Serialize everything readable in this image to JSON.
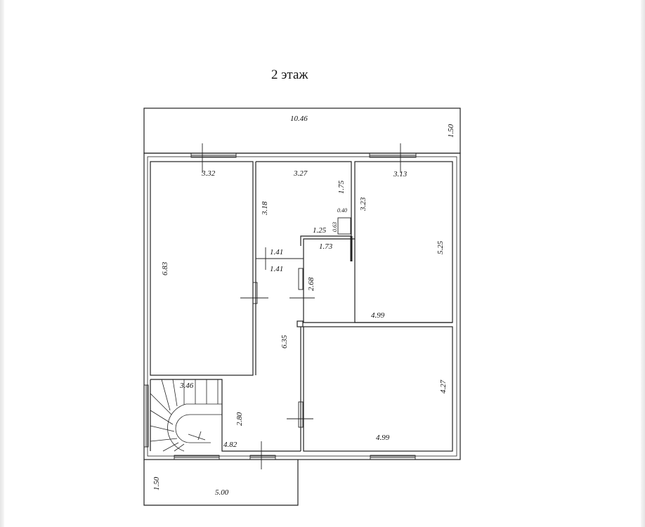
{
  "title": "2 этаж",
  "dimensions": {
    "balcony_top_width": "10.46",
    "balcony_top_depth": "1.50",
    "room_left_width": "3.32",
    "room_left_height": "6.83",
    "bath_width": "3.27",
    "bath_height": "3.18",
    "bath_small_1": "1.75",
    "bath_small_2": "0.40",
    "bath_small_3": "0.63",
    "bath_small_4": "1.25",
    "room_tr_width": "3.13",
    "room_tr_wall": "3.23",
    "room_tr_height": "5.25",
    "room_tr_bottom": "4.99",
    "corridor_1": "1.73",
    "corridor_2": "1.41",
    "corridor_3": "1.41",
    "corridor_4": "2.68",
    "hall_height": "6.35",
    "stairs_width": "3.46",
    "stairs_height": "2.80",
    "hall_bottom": "4.82",
    "room_br_height": "4.27",
    "room_br_width": "4.99",
    "balcony_bottom_depth": "1.50",
    "balcony_bottom_width": "5.00"
  }
}
